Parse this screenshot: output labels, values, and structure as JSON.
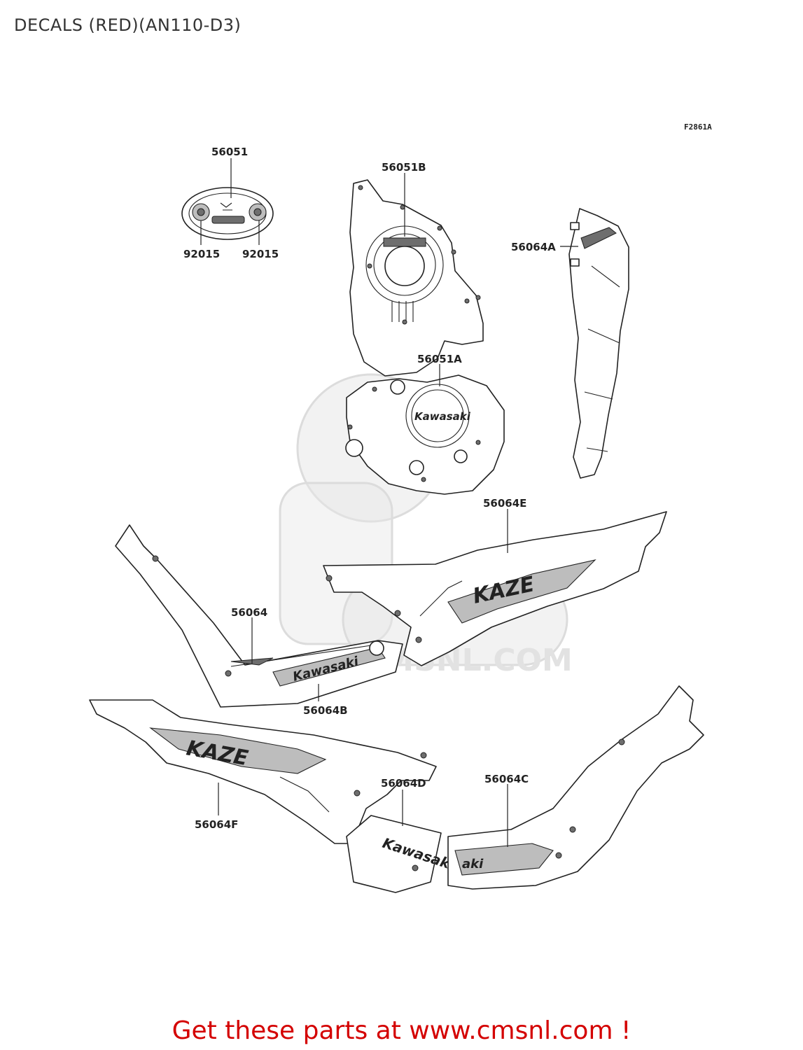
{
  "title": "DECALS (RED)(AN110-D3)",
  "figure_code": "F2861A",
  "watermark": "CMSNL.COM",
  "logo_text": "Kawasaki",
  "model_text": "KAZE",
  "footer": "Get these parts at www.cmsnl.com !",
  "footer_color": "#d40000",
  "parts": {
    "p56051": "56051",
    "p92015_left": "92015",
    "p92015_right": "92015",
    "p56051B": "56051B",
    "p56064A": "56064A",
    "p56051A": "56051A",
    "p56064E": "56064E",
    "p56064": "56064",
    "p56064B": "56064B",
    "p56064D": "56064D",
    "p56064C": "56064C",
    "p56064F": "56064F"
  }
}
